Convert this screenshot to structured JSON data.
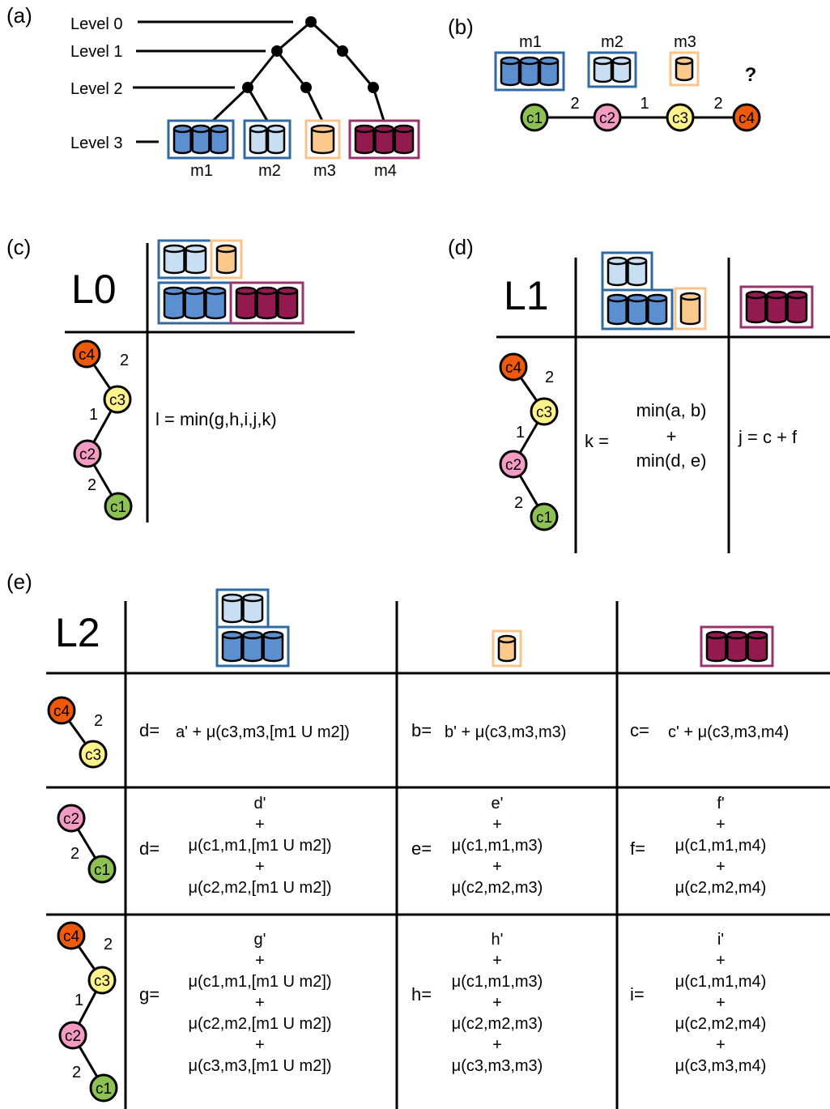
{
  "colors": {
    "line": "#000000",
    "blue_dark": "#5b8fd0",
    "blue_light": "#c8def2",
    "orange_light": "#fcc98c",
    "purple": "#931a4e",
    "box_blue": "#2f6aa5",
    "box_orange": "#f8c48a",
    "box_purple": "#99336e",
    "node_c1": "#8dc153",
    "node_c2": "#f39bc2",
    "node_c3": "#fdf38a",
    "node_c4": "#ee5a0a"
  },
  "icons": [
    "cylinder-icon",
    "tree-node-icon",
    "question-icon"
  ],
  "panel_a": {
    "label": "(a)",
    "levels": [
      "Level 0",
      "Level 1",
      "Level 2",
      "Level 3"
    ],
    "machines": [
      "m1",
      "m2",
      "m3",
      "m4"
    ]
  },
  "panel_b": {
    "label": "(b)",
    "machines": [
      "m1",
      "m2",
      "m3"
    ],
    "unknown": "?",
    "nodes": [
      "c1",
      "c2",
      "c3",
      "c4"
    ],
    "edges": [
      "2",
      "1",
      "2"
    ]
  },
  "panel_c": {
    "label": "(c)",
    "level": "L0",
    "chain_nodes": [
      "c4",
      "c3",
      "c2",
      "c1"
    ],
    "chain_edges": [
      "2",
      "1",
      "2"
    ],
    "formula": "l = min(g,h,i,j,k)"
  },
  "panel_d": {
    "label": "(d)",
    "level": "L1",
    "chain_nodes": [
      "c4",
      "c3",
      "c2",
      "c1"
    ],
    "chain_edges": [
      "2",
      "1",
      "2"
    ],
    "k_lhs": "k =",
    "k_lines": [
      "min(a, b)",
      "+",
      "min(d, e)"
    ],
    "j_formula": "j = c + f"
  },
  "panel_e": {
    "label": "(e)",
    "level": "L2",
    "row1": {
      "nodes": [
        "c4",
        "c3"
      ],
      "edges": [
        "2"
      ],
      "cells": [
        {
          "lhs": "d=",
          "rhs": "a' + μ(c3,m3,[m1 U m2])"
        },
        {
          "lhs": "b=",
          "rhs": "b' + μ(c3,m3,m3)"
        },
        {
          "lhs": "c=",
          "rhs": "c' + μ(c3,m3,m4)"
        }
      ]
    },
    "row2": {
      "nodes": [
        "c2",
        "c1"
      ],
      "edges": [
        "2"
      ],
      "cells": [
        {
          "lhs": "d=",
          "lines": [
            "d'",
            "+",
            "μ(c1,m1,[m1 U m2])",
            "+",
            "μ(c2,m2,[m1 U m2])"
          ]
        },
        {
          "lhs": "e=",
          "lines": [
            "e'",
            "+",
            "μ(c1,m1,m3)",
            "+",
            "μ(c2,m2,m3)"
          ]
        },
        {
          "lhs": "f=",
          "lines": [
            "f'",
            "+",
            "μ(c1,m1,m4)",
            "+",
            "μ(c2,m2,m4)"
          ]
        }
      ]
    },
    "row3": {
      "nodes": [
        "c4",
        "c3",
        "c2",
        "c1"
      ],
      "edges": [
        "2",
        "1",
        "2"
      ],
      "cells": [
        {
          "lhs": "g=",
          "lines": [
            "g'",
            "+",
            "μ(c1,m1,[m1 U m2])",
            "+",
            "μ(c2,m2,[m1 U m2])",
            "+",
            "μ(c3,m3,[m1 U m2])"
          ]
        },
        {
          "lhs": "h=",
          "lines": [
            "h'",
            "+",
            "μ(c1,m1,m3)",
            "+",
            "μ(c2,m2,m3)",
            "+",
            "μ(c3,m3,m3)"
          ]
        },
        {
          "lhs": "i=",
          "lines": [
            "i'",
            "+",
            "μ(c1,m1,m4)",
            "+",
            "μ(c2,m2,m4)",
            "+",
            "μ(c3,m3,m4)"
          ]
        }
      ]
    }
  }
}
